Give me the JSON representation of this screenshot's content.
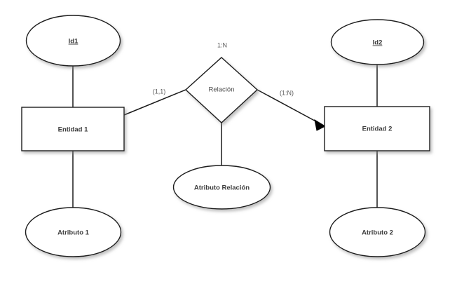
{
  "diagram": {
    "type": "entity-relationship-diagram",
    "language": "es",
    "background_color": "#ffffff",
    "stroke_color": "#1a1a1a",
    "text_color": "#3d3d3d",
    "cardinality_text_color": "#5a5a5a"
  },
  "entities": [
    {
      "id": "entidad-1",
      "label": "Entidad 1",
      "shape": "rectangle"
    },
    {
      "id": "entidad-2",
      "label": "Entidad 2",
      "shape": "rectangle"
    }
  ],
  "relationship": {
    "id": "relacion",
    "label": "Relación",
    "shape": "diamond",
    "cardinality_top": "1:N"
  },
  "attributes": [
    {
      "id": "id1",
      "label": "Id1",
      "shape": "ellipse",
      "is_key": true,
      "belongs_to": "Entidad 1"
    },
    {
      "id": "atributo-1",
      "label": "Atributo 1",
      "shape": "ellipse",
      "is_key": false,
      "belongs_to": "Entidad 1"
    },
    {
      "id": "id2",
      "label": "Id2",
      "shape": "ellipse",
      "is_key": true,
      "belongs_to": "Entidad 2"
    },
    {
      "id": "atributo-2",
      "label": "Atributo 2",
      "shape": "ellipse",
      "is_key": false,
      "belongs_to": "Entidad 2"
    },
    {
      "id": "atributo-relacion",
      "label": "Atributo Relación",
      "shape": "ellipse",
      "is_key": false,
      "belongs_to": "Relación"
    }
  ],
  "edges": [
    {
      "id": "edge-entidad1-relacion",
      "from": "Entidad 1",
      "to": "Relación",
      "cardinality_label": "(1,1)",
      "arrow": false
    },
    {
      "id": "edge-relacion-entidad2",
      "from": "Relación",
      "to": "Entidad 2",
      "cardinality_label": "(1:N)",
      "arrow": true
    },
    {
      "id": "edge-id1-entidad1",
      "from": "Id1",
      "to": "Entidad 1",
      "cardinality_label": "",
      "arrow": false
    },
    {
      "id": "edge-entidad1-atributo1",
      "from": "Entidad 1",
      "to": "Atributo 1",
      "cardinality_label": "",
      "arrow": false
    },
    {
      "id": "edge-id2-entidad2",
      "from": "Id2",
      "to": "Entidad 2",
      "cardinality_label": "",
      "arrow": false
    },
    {
      "id": "edge-entidad2-atributo2",
      "from": "Entidad 2",
      "to": "Atributo 2",
      "cardinality_label": "",
      "arrow": false
    },
    {
      "id": "edge-relacion-atributorelacion",
      "from": "Relación",
      "to": "Atributo Relación",
      "cardinality_label": "",
      "arrow": false
    }
  ]
}
